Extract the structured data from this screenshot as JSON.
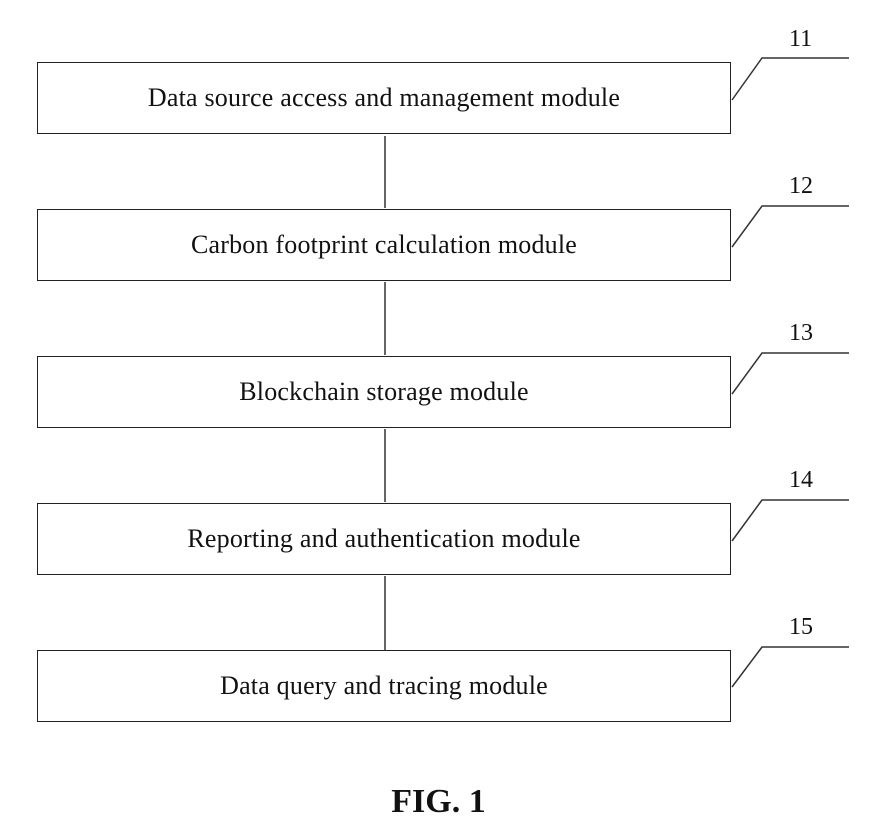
{
  "modules": [
    {
      "label": "Data source access and management module",
      "ref": "11"
    },
    {
      "label": "Carbon footprint calculation module",
      "ref": "12"
    },
    {
      "label": "Blockchain storage module",
      "ref": "13"
    },
    {
      "label": "Reporting and authentication module",
      "ref": "14"
    },
    {
      "label": "Data query and tracing module",
      "ref": "15"
    }
  ],
  "figure": {
    "caption": "FIG. 1"
  }
}
